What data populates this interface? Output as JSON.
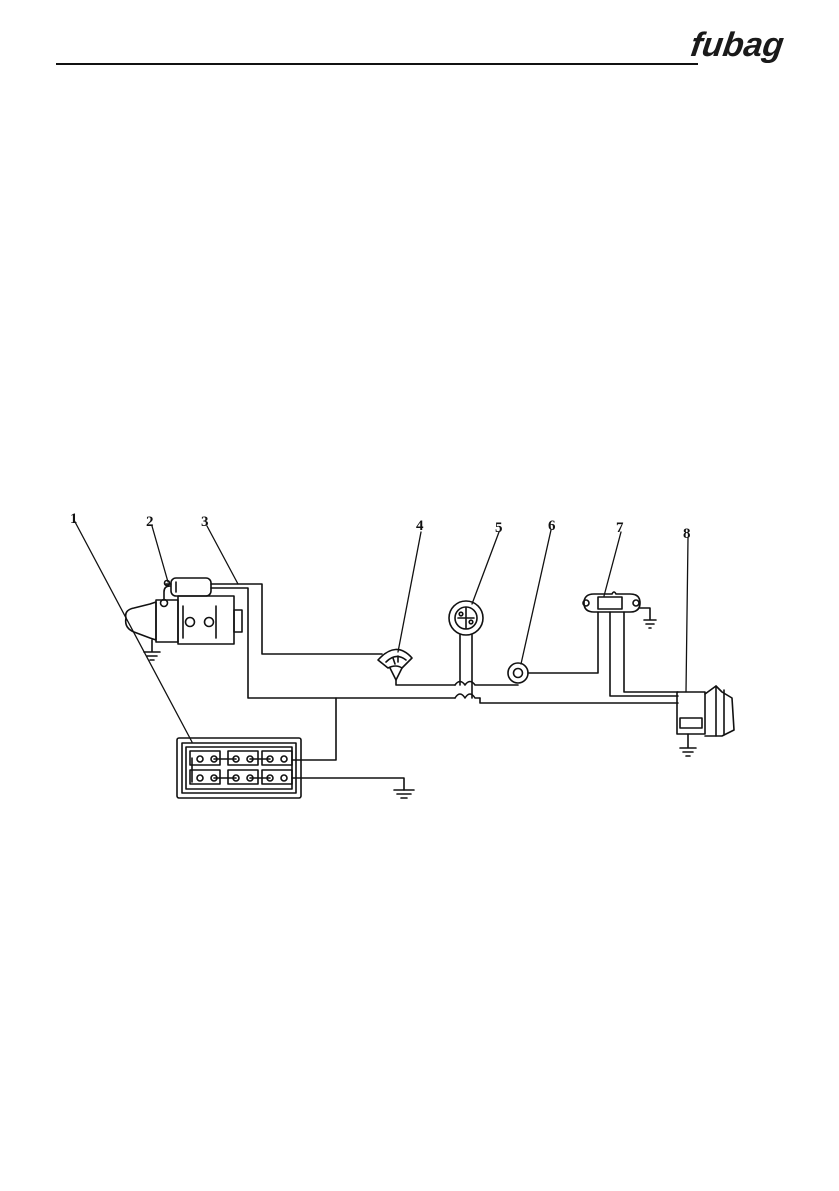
{
  "header": {
    "brand": "fubag"
  },
  "diagram": {
    "callouts": [
      "1",
      "2",
      "3",
      "4",
      "5",
      "6",
      "7",
      "8"
    ]
  }
}
